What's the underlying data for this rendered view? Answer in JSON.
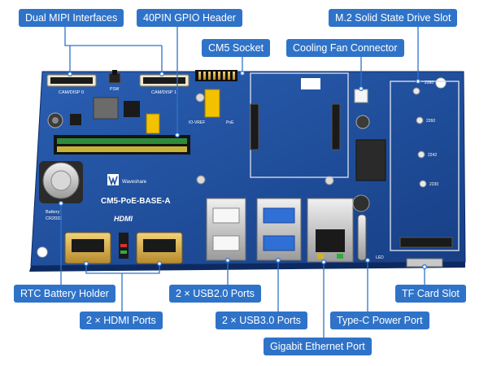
{
  "callouts": {
    "dual_mipi": "Dual MIPI Interfaces",
    "gpio": "40PIN GPIO Header",
    "cm5_socket": "CM5 Socket",
    "cooling_fan": "Cooling Fan Connector",
    "m2_slot": "M.2 Solid State Drive Slot",
    "rtc_battery": "RTC Battery Holder",
    "hdmi_ports": "2 × HDMI Ports",
    "usb2_ports": "2 × USB2.0 Ports",
    "usb3_ports": "2 × USB3.0 Ports",
    "ethernet": "Gigabit Ethernet Port",
    "typec_power": "Type-C Power Port",
    "tf_card": "TF Card Slot"
  },
  "board": {
    "name": "CM5-PoE-BASE-A",
    "brand": "Waveshare",
    "hdmi_logo": "HDMI",
    "silkscreen": {
      "cam_left": "CAM/DISP 0",
      "cam_right": "CAM/DISP 1",
      "pwr": "PSW",
      "io_vref": "IO-VREF",
      "poe": "PoE",
      "battery": "Battery",
      "cr2032": "CR2032",
      "led": "LED",
      "m2_2280": "2280",
      "m2_2260": "2260",
      "m2_2242": "2242",
      "m2_2230": "2230"
    }
  },
  "colors": {
    "pcb": "#1f4f9e",
    "callout": "#2f73c9"
  }
}
